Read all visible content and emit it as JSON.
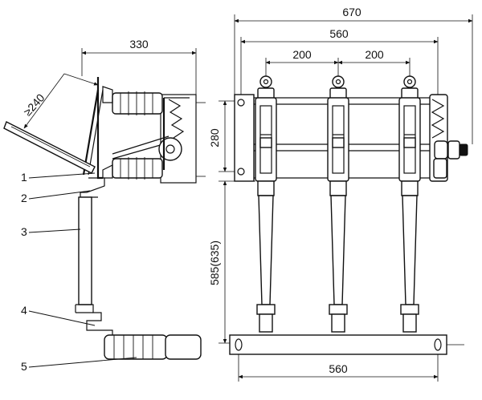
{
  "side_view": {
    "dimensions": {
      "top_width": "330",
      "angle_clearance": "≥240"
    },
    "part_labels": [
      "1",
      "2",
      "3",
      "4",
      "5"
    ]
  },
  "front_view": {
    "dimensions": {
      "overall_width": "670",
      "frame_width": "560",
      "phase_spacing_left": "200",
      "phase_spacing_right": "200",
      "frame_height": "280",
      "insulator_height": "585(635)",
      "base_width": "560"
    }
  }
}
